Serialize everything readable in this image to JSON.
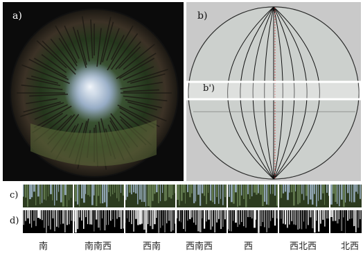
{
  "panels": {
    "a_label": "a)",
    "b_label": "b)",
    "b_prime_label": "b')",
    "c_label": "c)",
    "d_label": "d)"
  },
  "directions": [
    "南",
    "南南西",
    "西南",
    "西南西",
    "西",
    "西北西",
    "北西"
  ],
  "colors": {
    "fisheye_border": "#1b1b1b",
    "sky": "#cfe0f3",
    "foliage": "#2f4a24",
    "grid_line": "#111111",
    "highlight_band": "#ffffff",
    "red_meridian": "#d23a3a"
  }
}
